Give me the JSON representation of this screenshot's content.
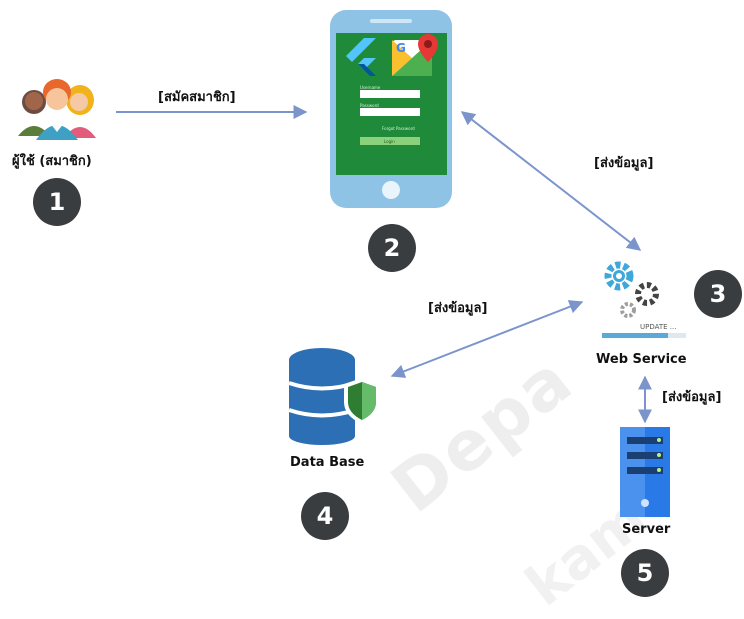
{
  "watermark": {
    "line1": "Depa",
    "line2": "kam"
  },
  "nodes": {
    "user": {
      "label": "ผู้ใช้ (สมาชิก)",
      "number": "1"
    },
    "app": {
      "number": "2",
      "screen": {
        "field1": "Username",
        "field2": "Password",
        "link": "Forgot Password",
        "button": "Login"
      }
    },
    "webservice": {
      "label": "Web Service",
      "number": "3",
      "update_text": "UPDATE ..."
    },
    "database": {
      "label": "Data Base",
      "number": "4"
    },
    "server": {
      "label": "Server",
      "number": "5"
    }
  },
  "edges": {
    "user_to_app": "[สมัคสมาชิก]",
    "app_to_webservice": "[ส่งข้อมูล]",
    "webservice_to_database": "[ส่งข้อมูล]",
    "webservice_to_server": "[ส่งข้อมูล]"
  },
  "colors": {
    "arrow": "#7b95cc",
    "badge": "#3a3d40",
    "phone": "#8fc3e6",
    "screen": "#1e8a3a",
    "database": "#2c6fb5",
    "shield": "#2e7d32",
    "server": "#2979e6"
  }
}
